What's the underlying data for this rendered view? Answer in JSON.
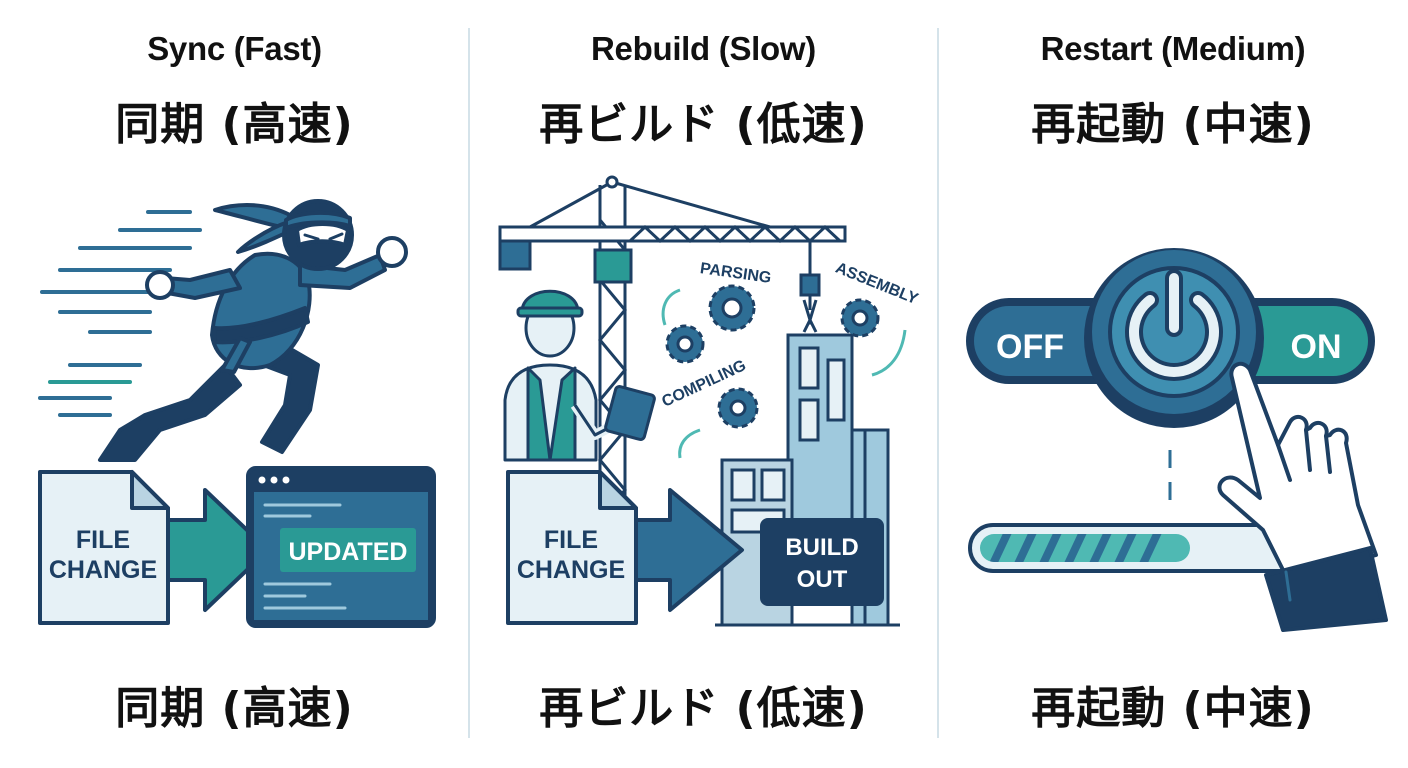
{
  "panels": {
    "sync": {
      "title_en": "Sync (Fast)",
      "title_ja": "同期 (高速)",
      "caption_ja": "同期 (高速)",
      "file_label_line1": "FILE",
      "file_label_line2": "CHANGE",
      "result_label": "UPDATED"
    },
    "rebuild": {
      "title_en": "Rebuild (Slow)",
      "title_ja": "再ビルド (低速)",
      "caption_ja": "再ビルド (低速)",
      "file_label_line1": "FILE",
      "file_label_line2": "CHANGE",
      "stage_parsing": "PARSING",
      "stage_assembly": "ASSEMBLY",
      "stage_compiling": "COMPILING",
      "result_line1": "BUILD",
      "result_line2": "OUT"
    },
    "restart": {
      "title_en": "Restart (Medium)",
      "title_ja": "再起動 (中速)",
      "caption_ja": "再起動 (中速)",
      "switch_off_label": "OFF",
      "switch_on_label": "ON",
      "progress_fraction": 0.58
    }
  },
  "colors": {
    "dark_navy": "#1d3f63",
    "steel_blue": "#2e6e95",
    "teal": "#2a9a95",
    "light_teal": "#4fb9b3",
    "pale_blue": "#e6f1f6",
    "divider": "#d5e3ea"
  },
  "icons": [
    "ninja-runner-icon",
    "file-icon",
    "arrow-right-icon",
    "browser-window-icon",
    "crane-icon",
    "worker-icon",
    "gear-icon",
    "building-icon",
    "power-icon",
    "hand-pointer-icon"
  ]
}
